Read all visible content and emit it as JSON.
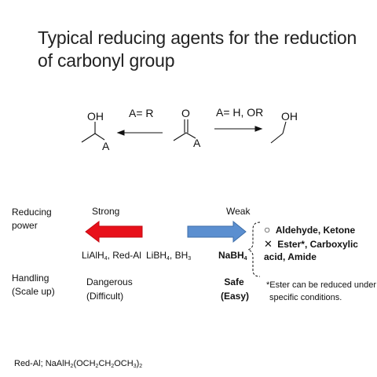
{
  "title": "Typical reducing agents for the reduction of carbonyl group",
  "scheme": {
    "left_product_oh": "OH",
    "left_product_a": "A",
    "left_arrow_label": "A= R",
    "center_o": "O",
    "center_a": "A",
    "right_arrow_label": "A= H, OR",
    "right_product_oh": "OH"
  },
  "rows": {
    "reducing_power": "Reducing power",
    "handling": "Handling (Scale up)"
  },
  "power": {
    "strong": "Strong",
    "weak": "Weak"
  },
  "reagents": {
    "lialh4_prefix": "LiAlH",
    "lialh4_sub": "4",
    "lialh4_suffix": ", Red-Al",
    "libh4_prefix": "LiBH",
    "libh4_sub": "4",
    "libh4_mid": ", BH",
    "libh4_sub2": "3",
    "nabh4_prefix": "NaBH",
    "nabh4_sub": "4"
  },
  "handling_values": {
    "dangerous": "Dangerous",
    "difficult": "(Difficult)",
    "safe": "Safe",
    "easy": "(Easy)"
  },
  "substrates": {
    "ok_symbol": "○",
    "ok_text": "Aldehyde, Ketone",
    "ng_symbol": "✕",
    "ng_text_line1": "Ester*, Carboxylic",
    "ng_text_line2": "acid, Amide"
  },
  "note": {
    "line1": "*Ester can be reduced under",
    "line2": "specific conditions."
  },
  "footnote": {
    "prefix": "Red-Al; NaAlH",
    "sub1": "2",
    "mid1": "(OCH",
    "sub2": "2",
    "mid2": "CH",
    "sub3": "2",
    "mid3": "OCH",
    "sub4": "3",
    "mid4": ")",
    "sub5": "2"
  },
  "colors": {
    "strong_arrow": "#e8101a",
    "weak_arrow": "#5b8fd0",
    "weak_arrow_border": "#3d6ea8"
  }
}
